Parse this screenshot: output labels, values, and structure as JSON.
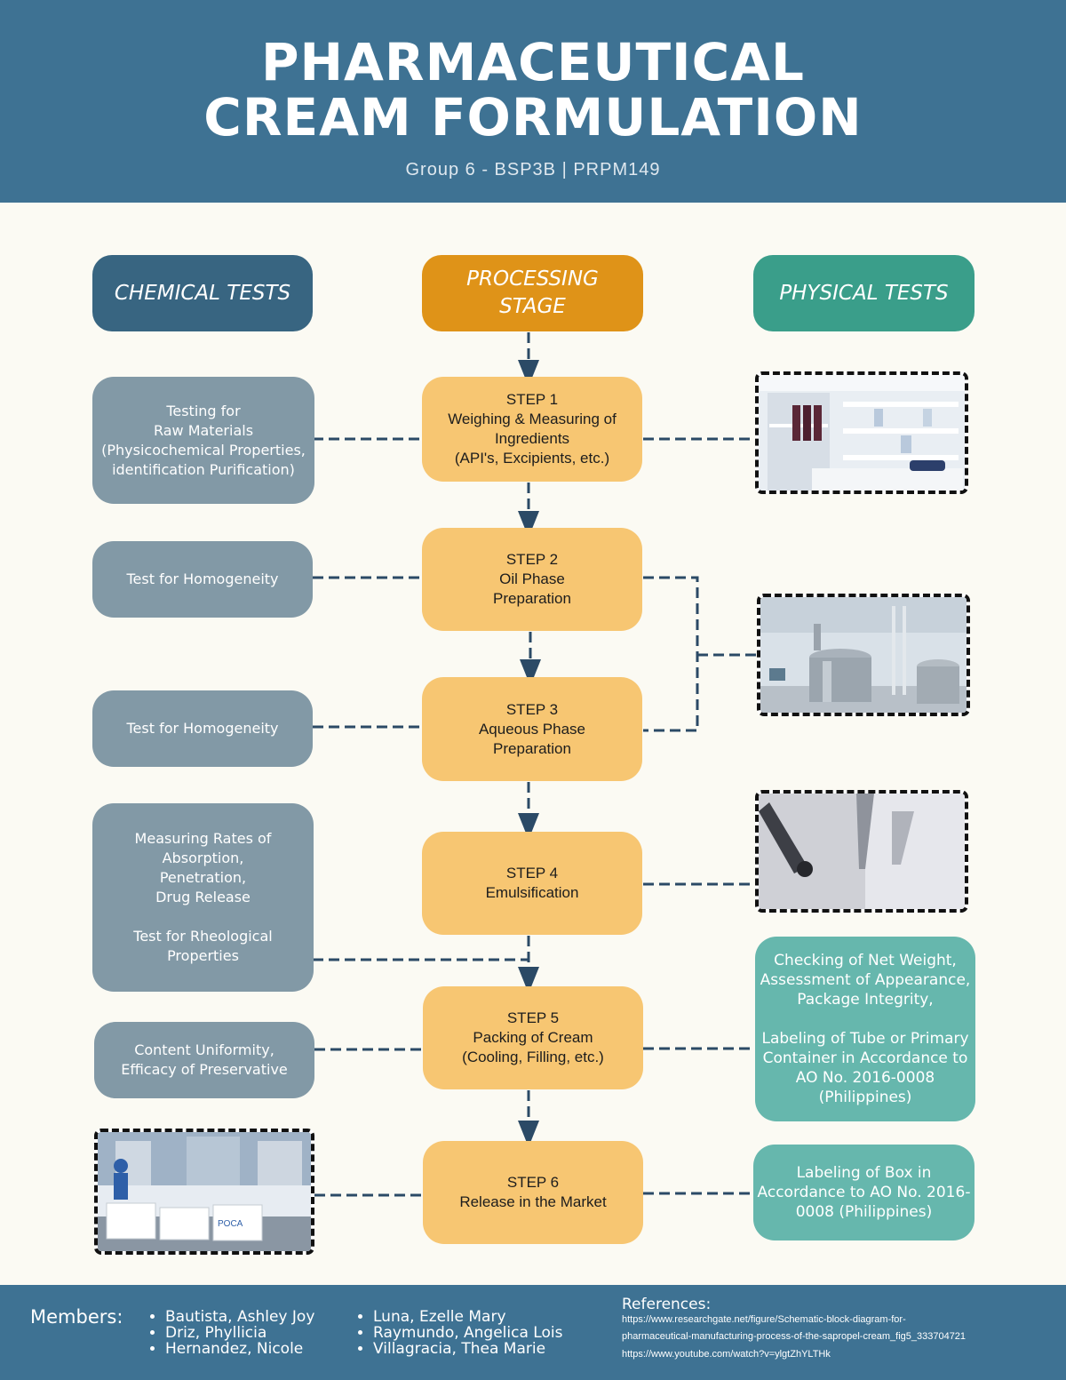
{
  "header": {
    "title_line1": "PHARMACEUTICAL",
    "title_line2": "CREAM FORMULATION",
    "subtitle": "Group 6 - BSP3B | PRPM149"
  },
  "columns": {
    "chemical": "CHEMICAL TESTS",
    "processing": "PROCESSING\nSTAGE",
    "physical": "PHYSICAL TESTS"
  },
  "steps": [
    {
      "label": "STEP 1\nWeighing & Measuring of\nIngredients\n(API's, Excipients, etc.)"
    },
    {
      "label": "STEP 2\nOil Phase\nPreparation"
    },
    {
      "label": "STEP 3\nAqueous Phase\nPreparation"
    },
    {
      "label": "STEP 4\nEmulsification"
    },
    {
      "label": "STEP 5\nPacking of Cream\n(Cooling, Filling, etc.)"
    },
    {
      "label": "STEP 6\nRelease in the Market"
    }
  ],
  "chemical_tests": [
    "Testing for\nRaw Materials\n(Physicochemical Properties,\nidentification Purification)",
    "Test for Homogeneity",
    "Test for Homogeneity",
    "Measuring Rates of\nAbsorption,\nPenetration,\nDrug Release\n\nTest for Rheological\nProperties",
    "Content Uniformity,\nEfficacy of Preservative"
  ],
  "physical_tests": [
    "Checking of Net Weight,\nAssessment of Appearance,\nPackage Integrity,\n\nLabeling of Tube or Primary\nContainer in Accordance to\nAO No. 2016-0008\n(Philippines)",
    "Labeling of Box in\nAccordance to AO No. 2016-\n0008 (Philippines)"
  ],
  "photos": {
    "packing_carton_text": "POCA"
  },
  "footer": {
    "members_label": "Members:",
    "members_col1": [
      "Bautista, Ashley Joy",
      "Driz, Phyllicia",
      "Hernandez, Nicole"
    ],
    "members_col2": [
      "Luna, Ezelle Mary",
      "Raymundo, Angelica Lois",
      "Villagracia, Thea Marie"
    ],
    "references_title": "References:",
    "references": [
      "https://www.researchgate.net/figure/Schematic-block-diagram-for-",
      "pharmaceutical-manufacturing-process-of-the-sapropel-cream_fig5_333704721",
      "https://www.youtube.com/watch?v=ylgtZhYLTHk"
    ]
  },
  "colors": {
    "header_bg": "#3e7293",
    "chemical_header": "#386581",
    "processing_header": "#df9318",
    "physical_header": "#3a9e8a",
    "step_box": "#f7c672",
    "chemical_box": "#8299a6",
    "physical_box": "#66b7ad",
    "connector": "#2b4a66"
  }
}
